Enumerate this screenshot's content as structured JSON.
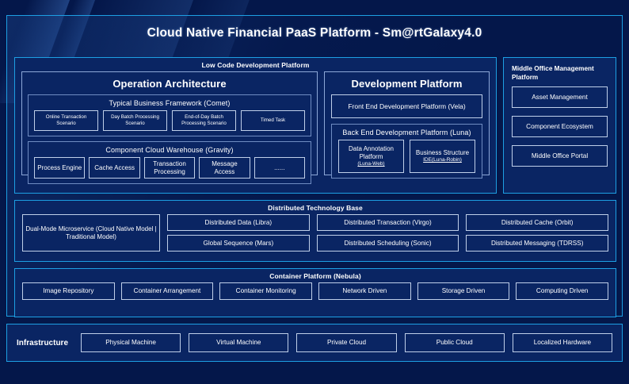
{
  "title": "Cloud Native Financial PaaS Platform - Sm@rtGalaxy4.0",
  "colors": {
    "page_background": "#04174a",
    "panel_background": "#0a2563",
    "accent_border": "#1d9fe3",
    "box_border": "#bfcfe9",
    "text": "#ffffff"
  },
  "low_code": {
    "heading": "Low Code Development Platform",
    "operation_architecture": {
      "heading": "Operation Architecture",
      "typical_business_framework": {
        "heading": "Typical Business Framework (Comet)",
        "items": [
          "Online Transaction Scenario",
          "Day Batch Processing Scenario",
          "End-of-Day Batch Processing Scenario",
          "Timed Task"
        ]
      },
      "component_cloud_warehouse": {
        "heading": "Component Cloud Warehouse (Gravity)",
        "items": [
          "Process Engine",
          "Cache Access",
          "Transaction Processing",
          "Message Access",
          "......"
        ]
      }
    },
    "development_platform": {
      "heading": "Development Platform",
      "front_end": "Front End Development Platform (Vela)",
      "back_end": {
        "heading": "Back End Development Platform (Luna)",
        "items": [
          {
            "line1": "Data Annotation Platform",
            "line2": "(Luna-Web)"
          },
          {
            "line1": "Business Structure",
            "line2": "IDE(Luna-Robin)"
          }
        ]
      }
    }
  },
  "middle_office": {
    "heading": "Middle Office Management Platform",
    "items": [
      "Asset Management",
      "Component Ecosystem",
      "Middle Office Portal"
    ]
  },
  "distributed_technology_base": {
    "heading": "Distributed Technology Base",
    "dual_mode": "Dual-Mode Microservice (Cloud Native Model | Traditional Model)",
    "column_a": [
      "Distributed Data (Libra)",
      "Global Sequence (Mars)"
    ],
    "column_b": [
      "Distributed Transaction (Virgo)",
      "Distributed Scheduling (Sonic)"
    ],
    "column_c": [
      "Distributed Cache (Orbit)",
      "Distributed Messaging (TDRSS)"
    ]
  },
  "container_platform": {
    "heading": "Container Platform (Nebula)",
    "items": [
      "Image Repository",
      "Container Arrangement",
      "Container Monitoring",
      "Network Driven",
      "Storage Driven",
      "Computing Driven"
    ]
  },
  "infrastructure": {
    "label": "Infrastructure",
    "items": [
      "Physical Machine",
      "Virtual Machine",
      "Private Cloud",
      "Public Cloud",
      "Localized Hardware"
    ]
  }
}
